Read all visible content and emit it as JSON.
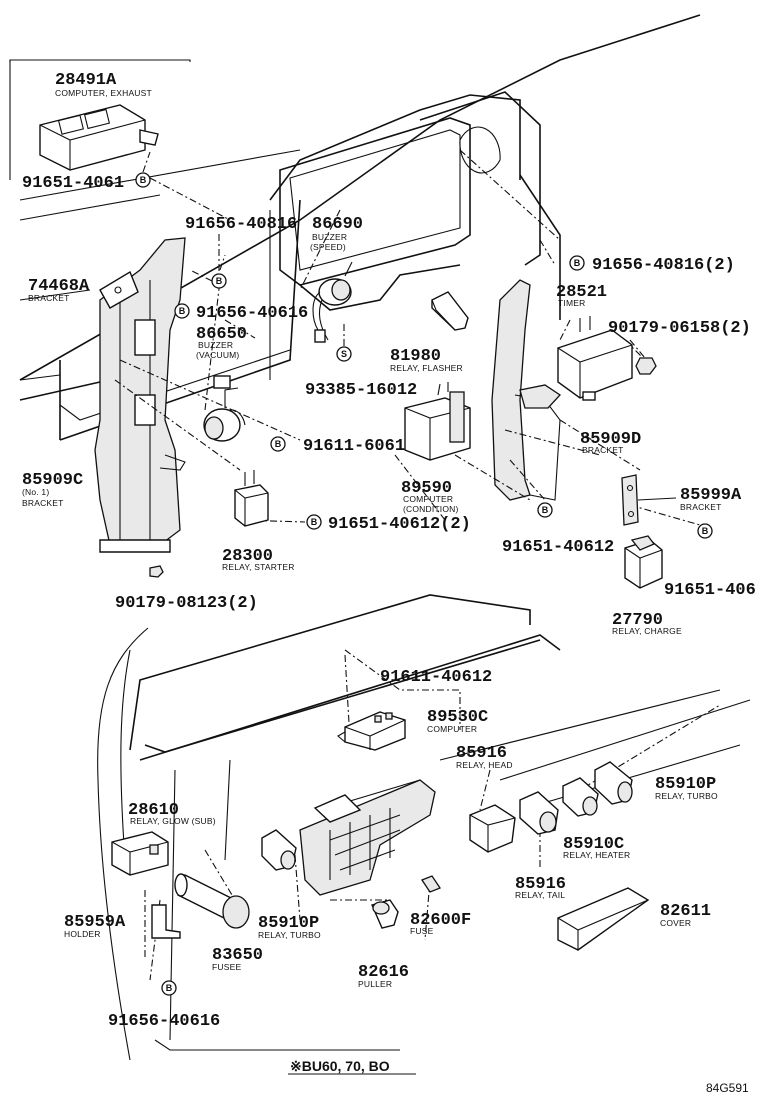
{
  "diagram_code": "84G591",
  "footnote": "※BU60, 70, BO",
  "marker_letters": {
    "b": "B",
    "s": "S"
  },
  "parts": {
    "p28491A": {
      "number": "28491A",
      "name": "COMPUTER, EXHAUST"
    },
    "p91651_4061": {
      "number": "91651-4061"
    },
    "p91656_40816": {
      "number": "91656-40816"
    },
    "p86690": {
      "number": "86690",
      "name_l1": "BUZZER",
      "name_l2": "(SPEED)"
    },
    "p91656_40816_2": {
      "number": "91656-40816(2)"
    },
    "p74468A": {
      "number": "74468A",
      "name": "BRACKET"
    },
    "p91656_40616": {
      "number": "91656-40616"
    },
    "p28521": {
      "number": "28521",
      "name": "TIMER"
    },
    "p90179_06158": {
      "number": "90179-06158(2)"
    },
    "p86650": {
      "number": "86650",
      "name_l1": "BUZZER",
      "name_l2": "(VACUUM)"
    },
    "p81980": {
      "number": "81980",
      "name": "RELAY, FLASHER"
    },
    "p93385": {
      "number": "93385-16012"
    },
    "p91611_6061": {
      "number": "91611-6061"
    },
    "p85909D": {
      "number": "85909D",
      "name": "BRACKET"
    },
    "p85909C": {
      "number": "85909C",
      "name_l1": "(No. 1)",
      "name_l2": "BRACKET"
    },
    "p89590": {
      "number": "89590",
      "name_l1": "COMPUTER",
      "name_l2": "(CONDITION)"
    },
    "p85999A": {
      "number": "85999A",
      "name": "BRACKET"
    },
    "p91651_40612_2": {
      "number": "91651-40612(2)"
    },
    "p91651_40612": {
      "number": "91651-40612"
    },
    "p91651_406": {
      "number": "91651-406"
    },
    "p28300": {
      "number": "28300",
      "name": "RELAY, STARTER"
    },
    "p90179_08123": {
      "number": "90179-08123(2)"
    },
    "p27790": {
      "number": "27790",
      "name": "RELAY, CHARGE"
    },
    "p91611_40612": {
      "number": "91611-40612"
    },
    "p89530C": {
      "number": "89530C",
      "name": "COMPUTER"
    },
    "p85916_head": {
      "number": "85916",
      "name": "RELAY, HEAD"
    },
    "p85910P_r": {
      "number": "85910P",
      "name": "RELAY, TURBO"
    },
    "p28610": {
      "number": "28610",
      "name": "RELAY, GLOW (SUB)"
    },
    "p85910C": {
      "number": "85910C",
      "name": "RELAY, HEATER"
    },
    "p85916_tail": {
      "number": "85916",
      "name": "RELAY, TAIL"
    },
    "p85959A": {
      "number": "85959A",
      "name": "HOLDER"
    },
    "p85910P_l": {
      "number": "85910P",
      "name": "RELAY, TURBO"
    },
    "p82600F": {
      "number": "82600F",
      "name": "FUSE"
    },
    "p82611": {
      "number": "82611",
      "name": "COVER"
    },
    "p83650": {
      "number": "83650",
      "name": "FUSEE"
    },
    "p82616": {
      "number": "82616",
      "name": "PULLER"
    },
    "p91656_40616b": {
      "number": "91656-40616"
    }
  }
}
